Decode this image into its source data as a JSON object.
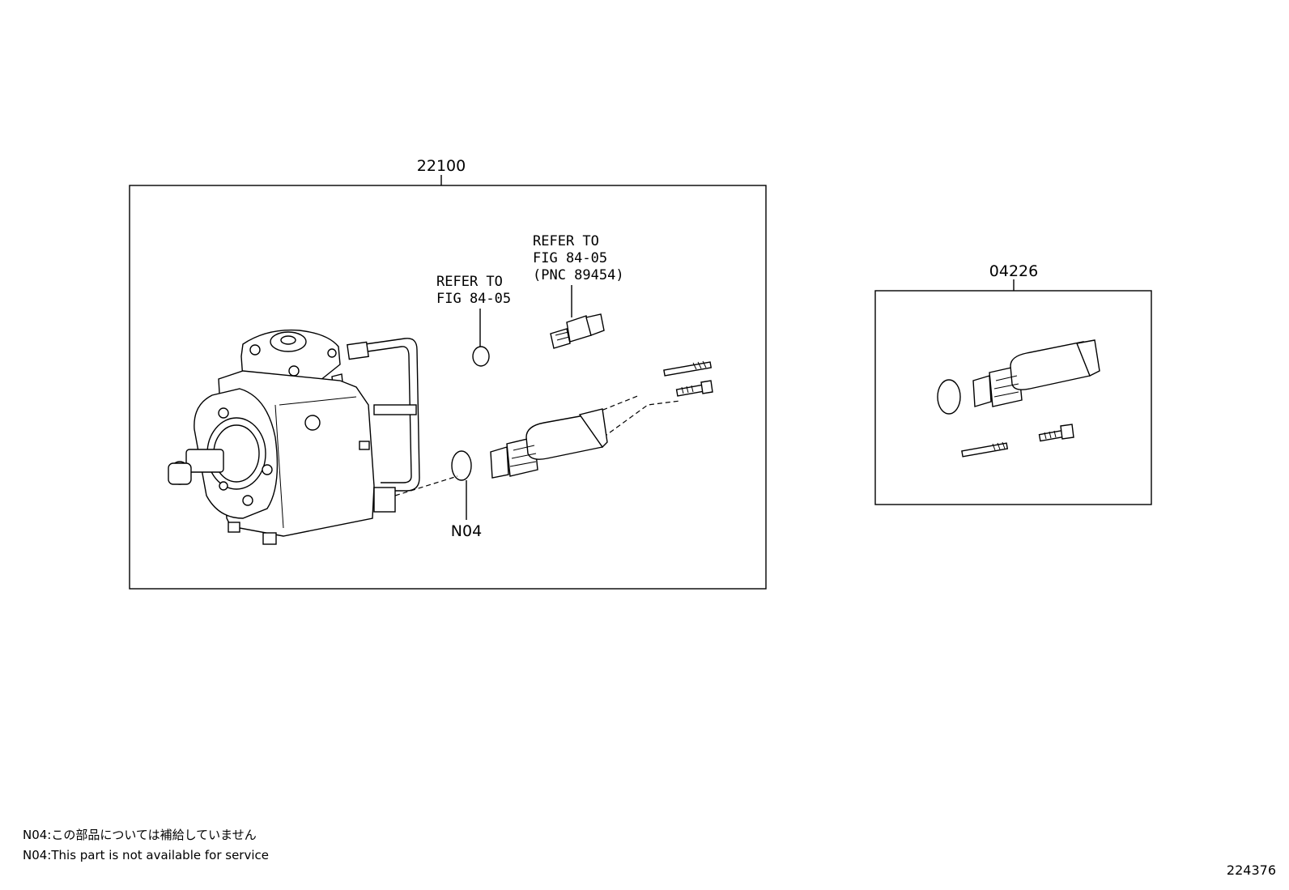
{
  "assemblies": [
    {
      "part_number": "22100"
    },
    {
      "part_number": "04226"
    }
  ],
  "references": [
    {
      "line1": "REFER TO",
      "line2": "FIG 84-05",
      "line3": "(PNC 89454)"
    },
    {
      "line1": "REFER TO",
      "line2": "FIG 84-05"
    }
  ],
  "callouts": {
    "n04": "N04"
  },
  "notes": {
    "jp": "N04:この部品については補給していません",
    "en": "N04:This part is not available for service"
  },
  "diagram_id": "224376"
}
